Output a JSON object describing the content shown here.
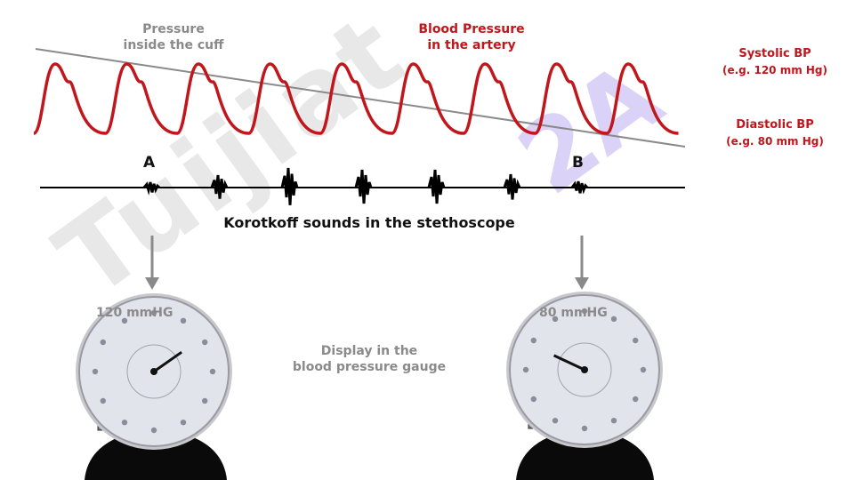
{
  "labels": {
    "cuff_pressure_line1": "Pressure",
    "cuff_pressure_line2": "inside the cuff",
    "artery_pressure_line1": "Blood Pressure",
    "artery_pressure_line2": "in the artery",
    "systolic_line1": "Systolic BP",
    "systolic_line2": "(e.g. 120 mm Hg)",
    "diastolic_line1": "Diastolic BP",
    "diastolic_line2": "(e.g. 80 mm Hg)",
    "marker_a": "A",
    "marker_b": "B",
    "korotkoff": "Korotkoff sounds in the stethoscope",
    "left_gauge_reading": "120 mmHG",
    "right_gauge_reading": "80 mmHG",
    "gauge_caption_line1": "Display in the",
    "gauge_caption_line2": "blood pressure gauge"
  },
  "watermarks": {
    "main": "Tuijiat",
    "corner": "2A"
  },
  "colors": {
    "pressure_wave": "#c0161c",
    "cuff_line": "#8a8a8a",
    "sound_trace": "#000000",
    "arrow": "#8a8a8a",
    "gauge_face": "#e2e4ec",
    "gauge_bulb": "#0a0a0a"
  },
  "gauges": {
    "left_needle_mmhg": 120,
    "right_needle_mmhg": 80
  }
}
